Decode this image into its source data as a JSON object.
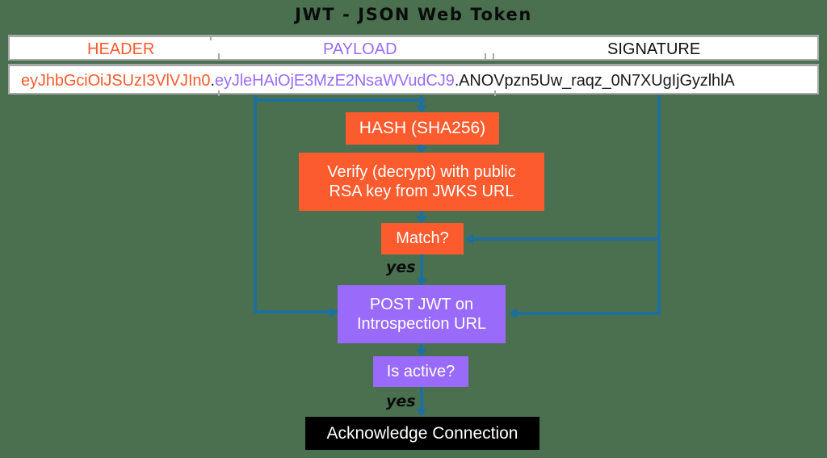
{
  "title": "JWT - JSON Web Token",
  "token": {
    "segment_labels": {
      "header": "HEADER",
      "payload": "PAYLOAD",
      "signature": "SIGNATURE"
    },
    "segment_colors": {
      "header": "#fb5b2d",
      "payload": "#9a6bfa",
      "signature": "#111111"
    },
    "value": {
      "header": "eyJhbGciOiJSUzI3VlVJIn0",
      "dot1": ".",
      "payload": "eyJleHAiOjE3MzE2NsaWVudCJ9",
      "dot2": ".",
      "signature": "ANOVpzn5Uw_raqz_0N7XUgIjGyzlhlA"
    }
  },
  "flow": {
    "nodes": [
      {
        "id": "hash",
        "label": "HASH (SHA256)",
        "color": "#fb5b2d",
        "shape": "rect"
      },
      {
        "id": "verify",
        "label": "Verify (decrypt) with public RSA key from JWKS URL",
        "color": "#fb5b2d",
        "shape": "rect"
      },
      {
        "id": "match",
        "label": "Match?",
        "color": "#fb5b2d",
        "shape": "rect"
      },
      {
        "id": "post",
        "label": "POST JWT on Introspection URL",
        "color": "#9a6bfa",
        "shape": "rect"
      },
      {
        "id": "isactive",
        "label": "Is active?",
        "color": "#9a6bfa",
        "shape": "rect"
      },
      {
        "id": "ack",
        "label": "Acknowledge Connection",
        "color": "#000000",
        "shape": "rect"
      }
    ],
    "node_labels": {
      "hash": "HASH (SHA256)",
      "verify_line1": "Verify (decrypt) with public",
      "verify_line2": "RSA key from JWKS URL",
      "match": "Match?",
      "post_line1": "POST JWT on",
      "post_line2": "Introspection URL",
      "isactive": "Is active?",
      "ack": "Acknowledge Connection"
    },
    "edge_labels": {
      "match_yes": "yes",
      "isactive_yes": "yes"
    },
    "edge_color": "#1f6f9c"
  },
  "colors": {
    "background": "#4a7050",
    "accent_orange": "#fb5b2d",
    "accent_purple": "#9a6bfa",
    "accent_black": "#000000",
    "connector_blue": "#1f6f9c",
    "strip_border": "#a8a8a8",
    "strip_fill": "#ffffff"
  }
}
